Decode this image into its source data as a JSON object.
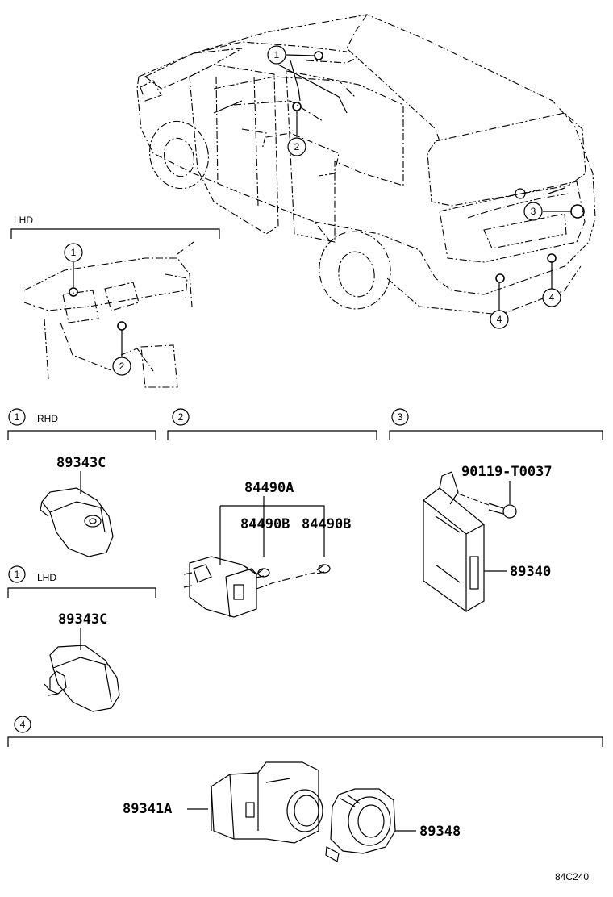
{
  "callouts": {
    "one": "1",
    "two": "2",
    "three": "3",
    "four": "4"
  },
  "sections": {
    "lhd_inset_label": "LHD",
    "sec1_rhd_label": "RHD",
    "sec1_lhd_label": "LHD"
  },
  "parts": {
    "p89343c_rhd": "89343C",
    "p89343c_lhd": "89343C",
    "p84490a": "84490A",
    "p84490b_left": "84490B",
    "p84490b_right": "84490B",
    "p90119": "90119-T0037",
    "p89340": "89340",
    "p89341a": "89341A",
    "p89348": "89348"
  },
  "diagram_code": "84C240"
}
